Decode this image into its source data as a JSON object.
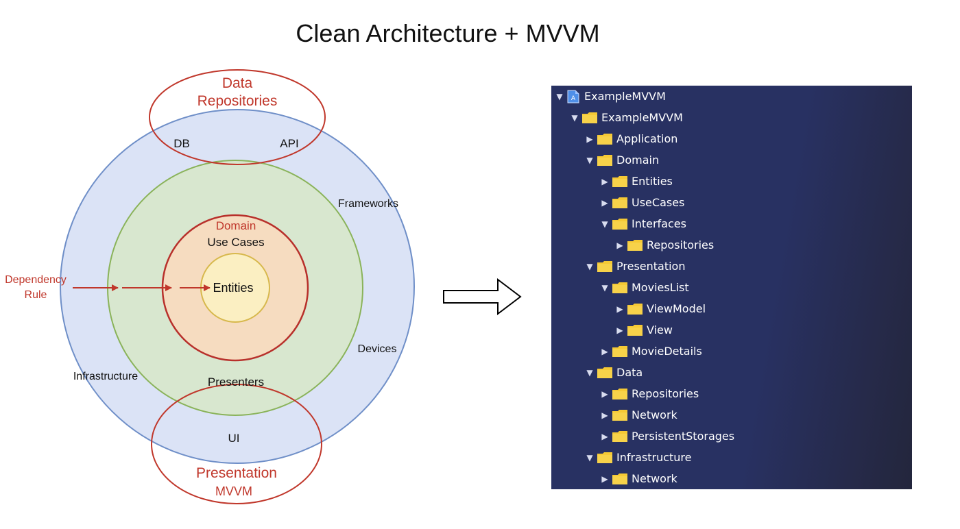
{
  "title": "Clean Architecture + MVVM",
  "diagram": {
    "data_repositories": [
      "Data",
      "Repositories"
    ],
    "db": "DB",
    "api": "API",
    "frameworks": "Frameworks",
    "domain": "Domain",
    "use_cases": "Use Cases",
    "entities": "Entities",
    "dependency_rule": [
      "Dependency",
      "Rule"
    ],
    "devices": "Devices",
    "infrastructure": "Infrastructure",
    "presenters": "Presenters",
    "ui": "UI",
    "presentation": "Presentation",
    "mvvm": "MVVM",
    "colors": {
      "outer_fill": "#dbe3f6",
      "outer_stroke": "#6f8fc8",
      "middle_fill": "#d8e7cf",
      "middle_stroke": "#8ab35a",
      "inner_fill": "#f6dcc0",
      "inner_stroke": "#b8302b",
      "core_fill": "#fbefc2",
      "core_stroke": "#d7b84c",
      "red": "#c0372b"
    }
  },
  "tree": {
    "colors": {
      "folder": "#f5c935",
      "background": "#283162"
    },
    "items": [
      {
        "label": "ExampleMVVM",
        "depth": 0,
        "expanded": true,
        "icon": "xcode-project-icon"
      },
      {
        "label": "ExampleMVVM",
        "depth": 1,
        "expanded": true,
        "icon": "folder-icon"
      },
      {
        "label": "Application",
        "depth": 2,
        "expanded": false,
        "icon": "folder-icon"
      },
      {
        "label": "Domain",
        "depth": 2,
        "expanded": true,
        "icon": "folder-icon"
      },
      {
        "label": "Entities",
        "depth": 3,
        "expanded": false,
        "icon": "folder-icon"
      },
      {
        "label": "UseCases",
        "depth": 3,
        "expanded": false,
        "icon": "folder-icon"
      },
      {
        "label": "Interfaces",
        "depth": 3,
        "expanded": true,
        "icon": "folder-icon"
      },
      {
        "label": "Repositories",
        "depth": 4,
        "expanded": false,
        "icon": "folder-icon"
      },
      {
        "label": "Presentation",
        "depth": 2,
        "expanded": true,
        "icon": "folder-icon"
      },
      {
        "label": "MoviesList",
        "depth": 3,
        "expanded": true,
        "icon": "folder-icon"
      },
      {
        "label": "ViewModel",
        "depth": 4,
        "expanded": false,
        "icon": "folder-icon"
      },
      {
        "label": "View",
        "depth": 4,
        "expanded": false,
        "icon": "folder-icon"
      },
      {
        "label": "MovieDetails",
        "depth": 3,
        "expanded": false,
        "icon": "folder-icon"
      },
      {
        "label": "Data",
        "depth": 2,
        "expanded": true,
        "icon": "folder-icon"
      },
      {
        "label": "Repositories",
        "depth": 3,
        "expanded": false,
        "icon": "folder-icon"
      },
      {
        "label": "Network",
        "depth": 3,
        "expanded": false,
        "icon": "folder-icon"
      },
      {
        "label": "PersistentStorages",
        "depth": 3,
        "expanded": false,
        "icon": "folder-icon"
      },
      {
        "label": "Infrastructure",
        "depth": 2,
        "expanded": true,
        "icon": "folder-icon"
      },
      {
        "label": "Network",
        "depth": 3,
        "expanded": false,
        "icon": "folder-icon"
      }
    ]
  }
}
